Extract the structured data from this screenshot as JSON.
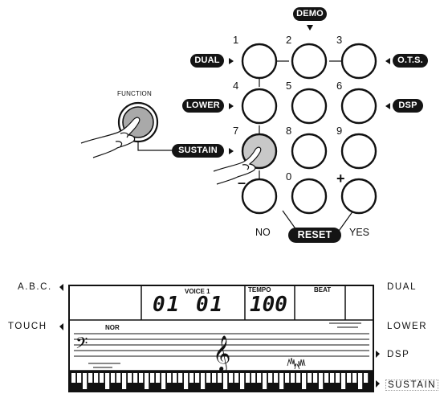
{
  "keypad": {
    "demo_label": "DEMO",
    "reset_label": "RESET",
    "no_label": "NO",
    "yes_label": "YES",
    "minus_sign": "–",
    "plus_sign": "+",
    "keys": [
      {
        "label": "1"
      },
      {
        "label": "2"
      },
      {
        "label": "3"
      },
      {
        "label": "4"
      },
      {
        "label": "5"
      },
      {
        "label": "6"
      },
      {
        "label": "7"
      },
      {
        "label": "8"
      },
      {
        "label": "9"
      },
      {
        "label": "0"
      }
    ],
    "left_tags": {
      "dual": "DUAL",
      "lower": "LOWER",
      "sustain": "SUSTAIN"
    },
    "right_tags": {
      "ots": "O.T.S.",
      "dsp": "DSP"
    },
    "pressed_key": "7"
  },
  "function_button": {
    "label": "FUNCTION"
  },
  "lcd": {
    "voice_label": "VOICE 1",
    "tempo_label": "TEMPO",
    "beat_label": "BEAT",
    "digits_a": "01",
    "digits_b": "01",
    "tempo_value": "100",
    "nor_label": "NOR",
    "left_labels": {
      "abc": "A.B.C.",
      "touch": "TOUCH"
    },
    "right_labels": {
      "dual": "DUAL",
      "lower": "LOWER",
      "dsp": "DSP",
      "sustain": "SUSTAIN"
    }
  },
  "colors": {
    "ink": "#111111",
    "pressed_fill": "#c8c8c8",
    "function_fill": "#a9a9a9"
  }
}
